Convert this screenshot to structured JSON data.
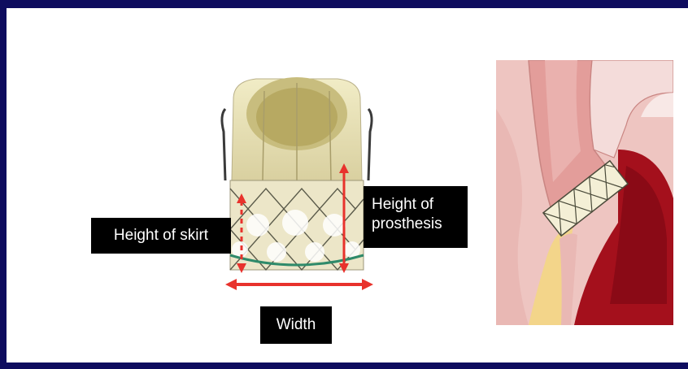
{
  "labels": {
    "height_of_skirt": "Height of skirt",
    "height_of_prosthesis_line1": "Height of",
    "height_of_prosthesis_line2": "prosthesis",
    "width": "Width"
  },
  "colors": {
    "background_border": "#0e0c5e",
    "arrow": "#e8322c",
    "label_background": "#000000",
    "valve_tissue": "#e9e2b4",
    "aorta_tissue": "#e7a3a0",
    "ventricle": "#a4101c"
  }
}
